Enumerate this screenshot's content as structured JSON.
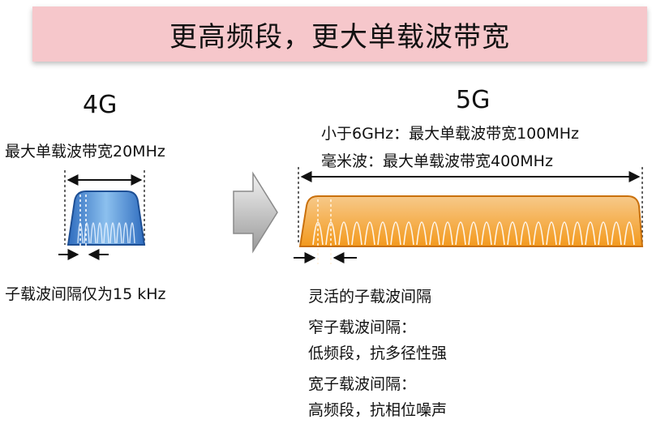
{
  "title": "更高频段，更大单载波带宽",
  "left": {
    "heading": "4G",
    "bandwidth_label": "最大单载波带宽20MHz",
    "spacing_label": "子载波间隔仅为15 kHz"
  },
  "right": {
    "heading": "5G",
    "sub6_label": "小于6GHz：最大单载波带宽100MHz",
    "mmwave_label": "毫米波：最大单载波带宽400MHz",
    "features": [
      "灵活的子载波间隔",
      "窄子载波间隔：",
      "低频段，抗多径性强",
      "宽子载波间隔：",
      "高频段，抗相位噪声"
    ]
  },
  "colors": {
    "banner": "#f6c7cb",
    "lte_blue": "#3f7fcf",
    "nr_orange": "#f39a1e"
  }
}
